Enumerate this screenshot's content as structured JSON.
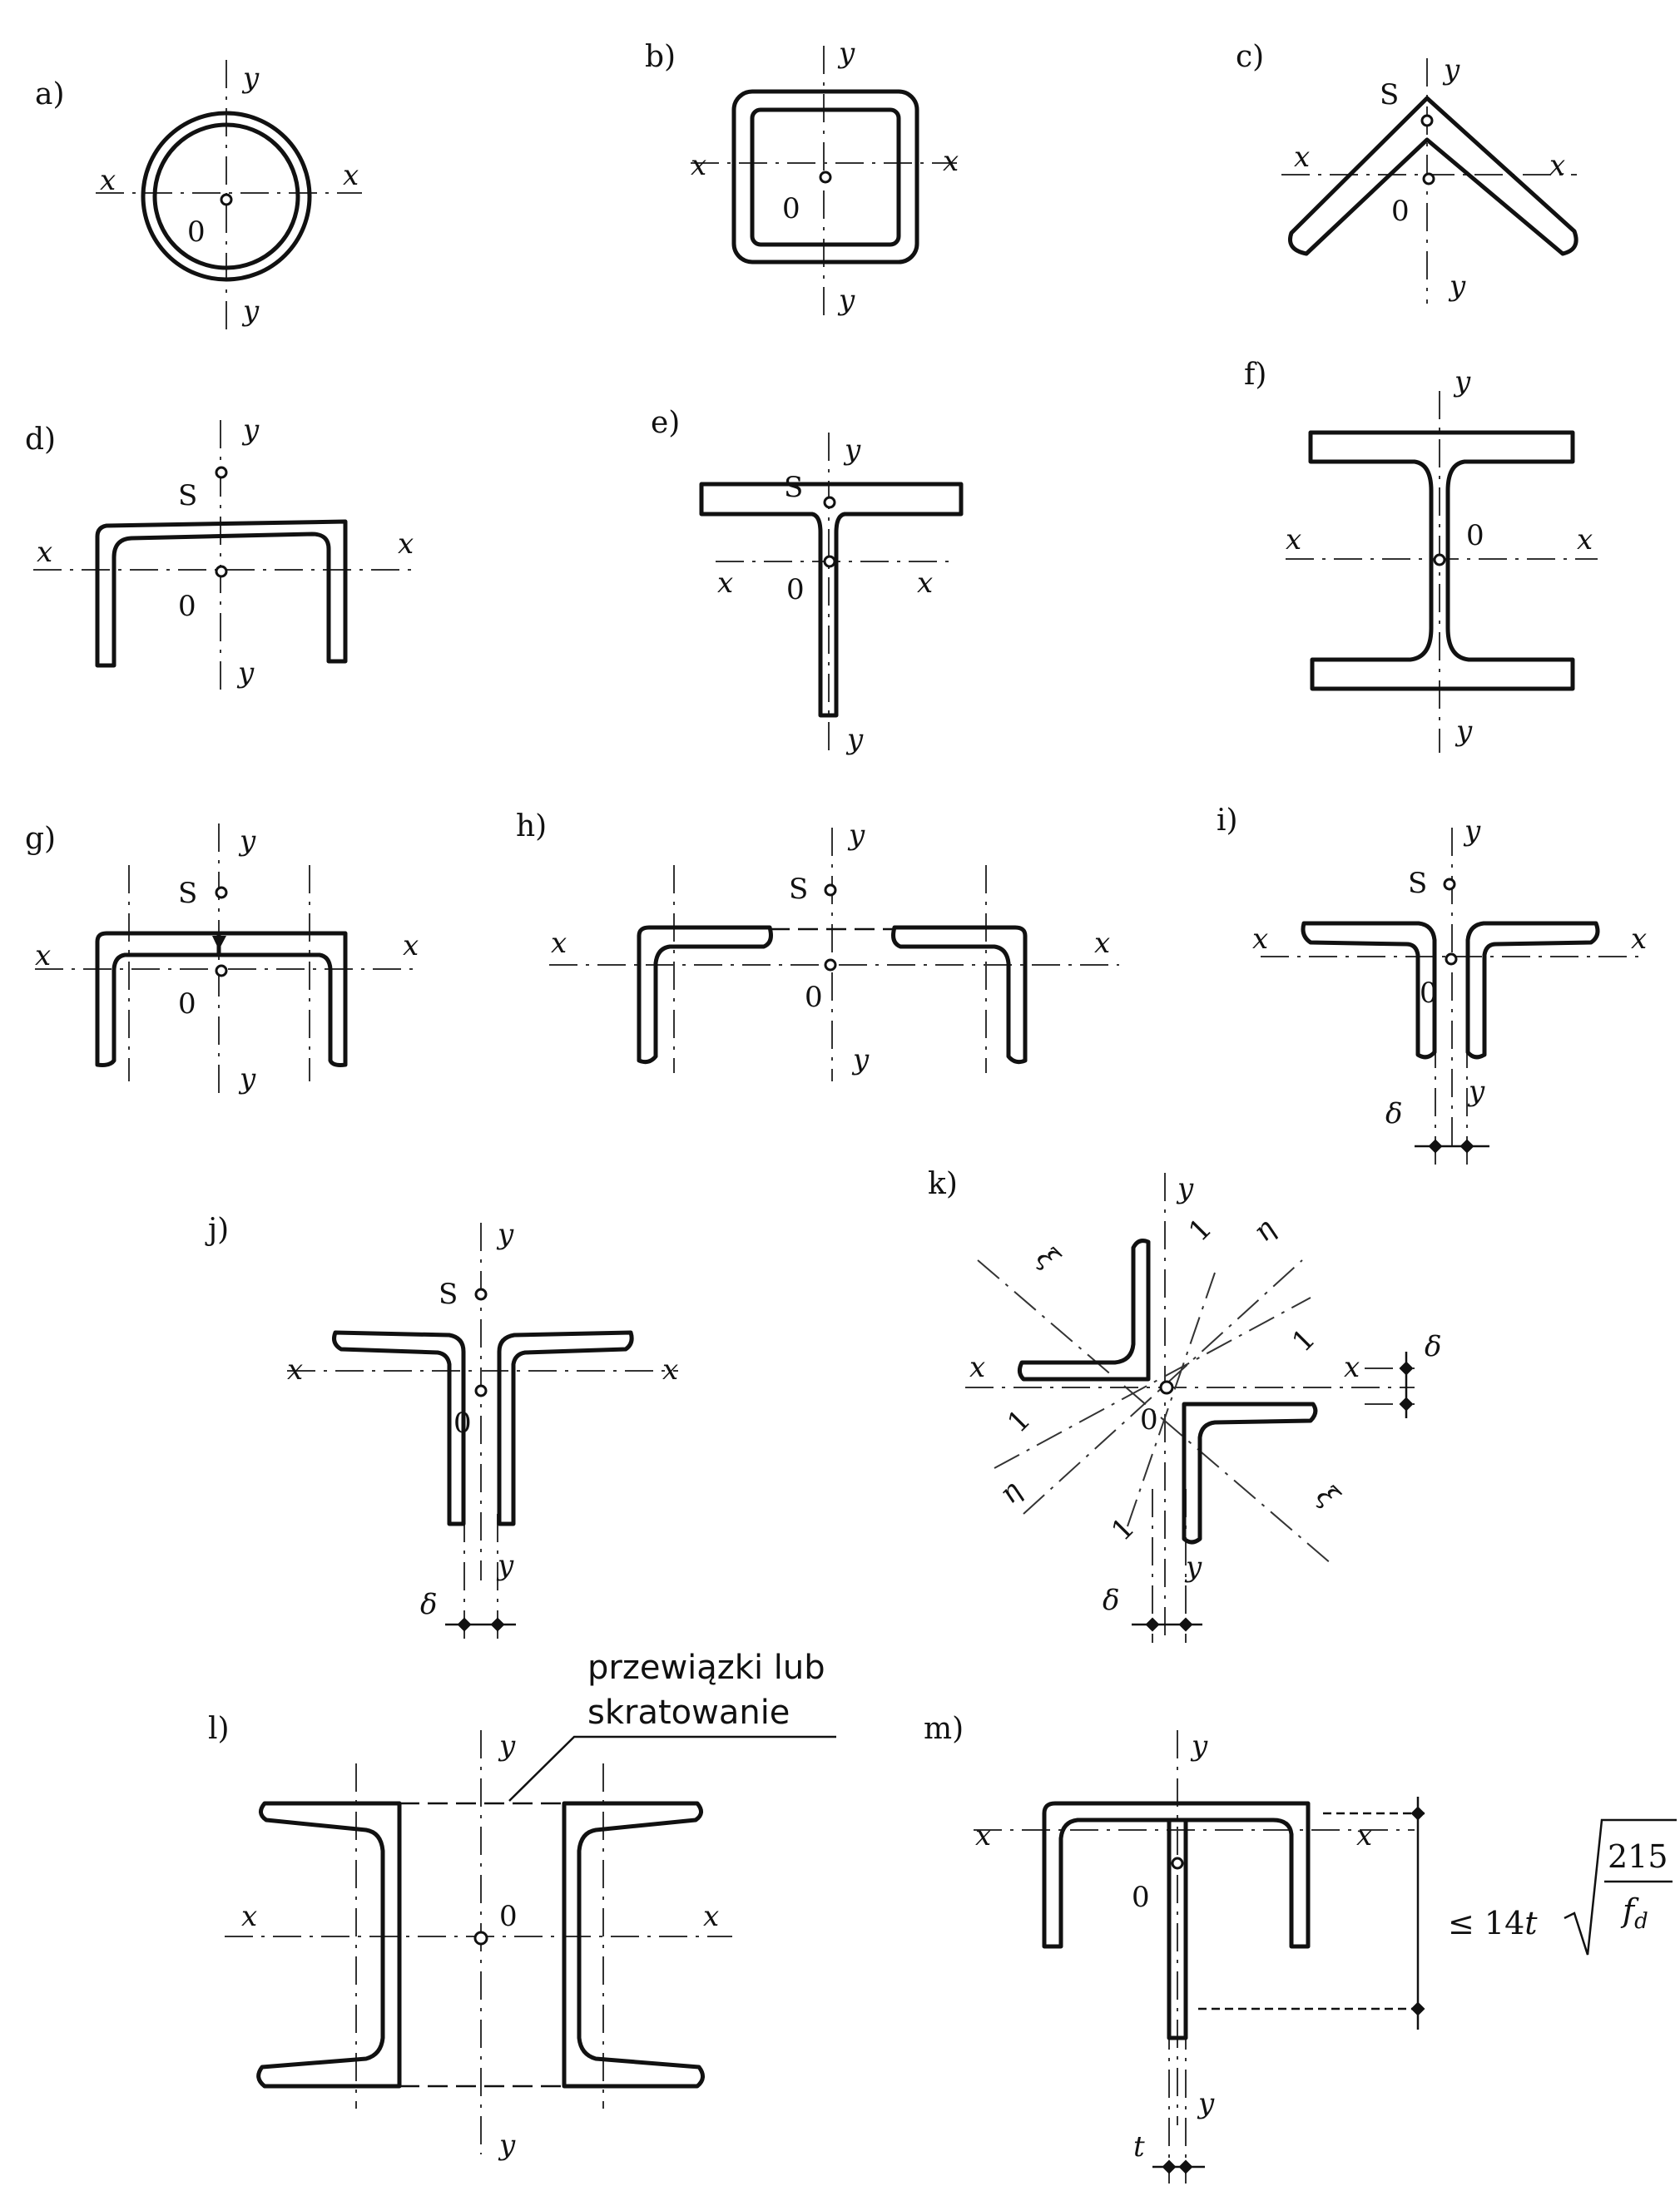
{
  "panels": {
    "a": "a)",
    "b": "b)",
    "c": "c)",
    "d": "d)",
    "e": "e)",
    "f": "f)",
    "g": "g)",
    "h": "h)",
    "i": "i)",
    "j": "j)",
    "k": "k)",
    "l": "l)",
    "m": "m)"
  },
  "axes": {
    "x": "x",
    "y": "y",
    "eta": "η",
    "xi": "ξ",
    "one": "1"
  },
  "points": {
    "origin": "0",
    "shear_center": "S"
  },
  "dims": {
    "delta": "δ",
    "t": "t"
  },
  "annotation": {
    "line1": "przewiązki lub",
    "line2": "skratowanie"
  },
  "formula": {
    "prefix": "≤ 14",
    "t": "t",
    "numerator": "215",
    "denominator": "f",
    "denominator_sub": "d"
  }
}
